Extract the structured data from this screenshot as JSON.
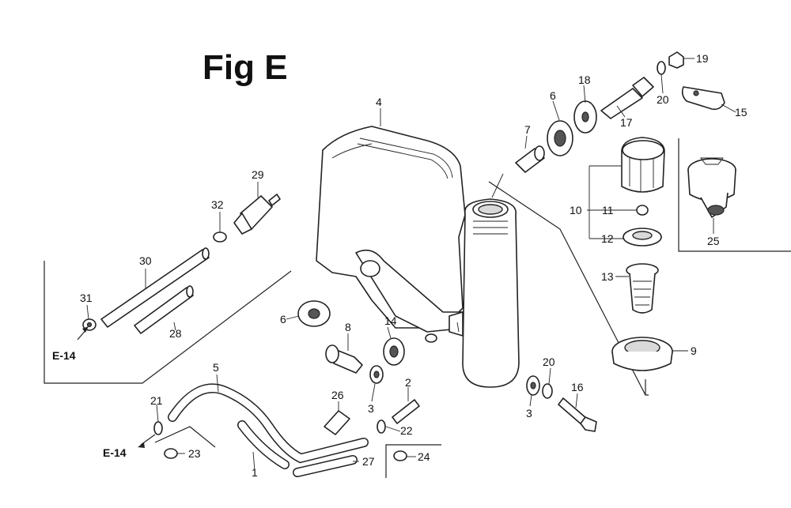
{
  "figure": {
    "title": "Fig E"
  },
  "references": {
    "left_upper": "E-14",
    "left_lower": "E-14"
  },
  "callouts": {
    "c1": "1",
    "c2": "2",
    "c3a": "3",
    "c3b": "3",
    "c4": "4",
    "c5": "5",
    "c6a": "6",
    "c6b": "6",
    "c7": "7",
    "c8": "8",
    "c9": "9",
    "c10": "10",
    "c11": "11",
    "c12": "12",
    "c13": "13",
    "c14": "14",
    "c15": "15",
    "c16": "16",
    "c17": "17",
    "c18": "18",
    "c19": "19",
    "c20a": "20",
    "c20b": "20",
    "c21": "21",
    "c22": "22",
    "c23": "23",
    "c24": "24",
    "c25": "25",
    "c26": "26",
    "c27": "27",
    "c28": "28",
    "c29": "29",
    "c30": "30",
    "c31": "31",
    "c32": "32"
  }
}
